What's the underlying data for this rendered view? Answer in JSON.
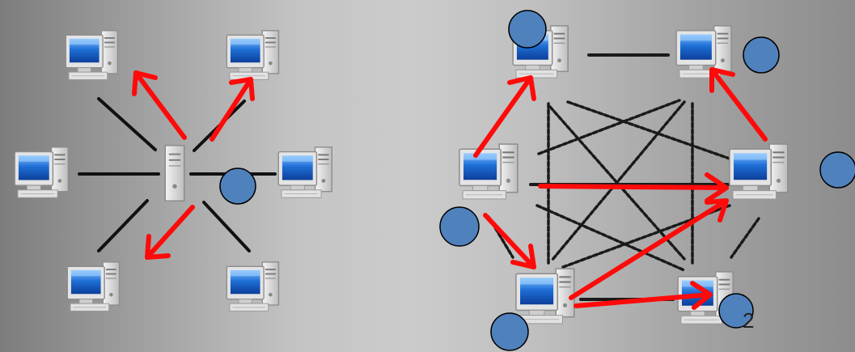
{
  "slide": {
    "number": "2"
  },
  "colors": {
    "background_left": "#7d7d7d",
    "background_center": "#cbcbcb",
    "arrow": "#ff0a0a",
    "link": "#111111",
    "node_marker": "#4f81bd",
    "node_marker_outline": "#000000",
    "monitor_screen": "#1f6fd6"
  },
  "diagram": {
    "left_network": {
      "topology": "star",
      "hub_icon": "server-tower-icon",
      "client_icon": "desktop-computer-icon"
    },
    "right_network": {
      "topology": "mesh",
      "node_icon": "desktop-computer-icon"
    }
  }
}
